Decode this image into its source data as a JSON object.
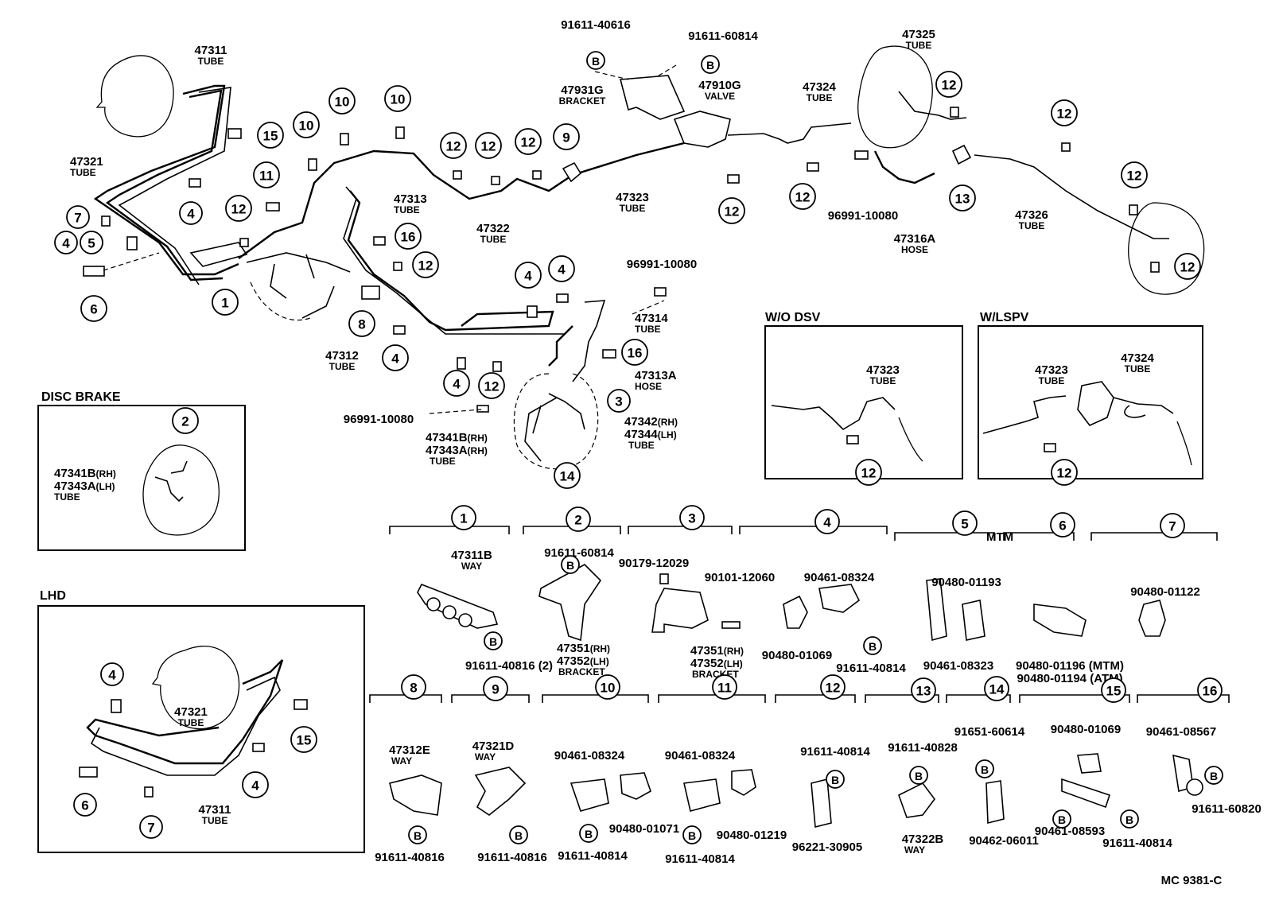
{
  "diagram": {
    "code": "MC 9381-C",
    "panels": {
      "disc_brake": "DISC BRAKE",
      "lhd": "LHD",
      "wo_dsv": "W/O DSV",
      "w_lspv": "W/LSPV"
    },
    "suffix": {
      "mtm": "MTM"
    },
    "bolt_symbol": "B",
    "part_labels": [
      {
        "id": "p47311",
        "pn": "47311",
        "desc": "TUBE"
      },
      {
        "id": "p47321",
        "pn": "47321",
        "desc": "TUBE"
      },
      {
        "id": "p47313",
        "pn": "47313",
        "desc": "TUBE"
      },
      {
        "id": "p47312",
        "pn": "47312",
        "desc": "TUBE"
      },
      {
        "id": "p47322",
        "pn": "47322",
        "desc": "TUBE"
      },
      {
        "id": "p47323",
        "pn": "47323",
        "desc": "TUBE"
      },
      {
        "id": "p47931g",
        "pn": "47931G",
        "desc": "BRACKET"
      },
      {
        "id": "p47910g",
        "pn": "47910G",
        "desc": "VALVE"
      },
      {
        "id": "p47324",
        "pn": "47324",
        "desc": "TUBE"
      },
      {
        "id": "p47325",
        "pn": "47325",
        "desc": "TUBE"
      },
      {
        "id": "p47316a",
        "pn": "47316A",
        "desc": "HOSE"
      },
      {
        "id": "p47326",
        "pn": "47326",
        "desc": "TUBE"
      },
      {
        "id": "p47314",
        "pn": "47314",
        "desc": "TUBE"
      },
      {
        "id": "p47313a",
        "pn": "47313A",
        "desc": "HOSE"
      },
      {
        "id": "p47342",
        "pn": "47342",
        "desc": "(RH)"
      },
      {
        "id": "p47344",
        "pn": "47344",
        "desc": "(LH)"
      },
      {
        "id": "p47344t",
        "pn": "",
        "desc": "TUBE"
      },
      {
        "id": "p47341b",
        "pn": "47341B",
        "desc": "(RH)"
      },
      {
        "id": "p47343a",
        "pn": "47343A",
        "desc": "(RH)"
      },
      {
        "id": "p47343at",
        "pn": "",
        "desc": "TUBE"
      },
      {
        "id": "d47341b",
        "pn": "47341B",
        "desc": "(RH)"
      },
      {
        "id": "d47343a",
        "pn": "47343A",
        "desc": "(LH)"
      },
      {
        "id": "d47343at",
        "pn": "",
        "desc": "TUBE"
      },
      {
        "id": "l47321",
        "pn": "47321",
        "desc": "TUBE"
      },
      {
        "id": "l47311",
        "pn": "47311",
        "desc": "TUBE"
      },
      {
        "id": "w47323",
        "pn": "47323",
        "desc": "TUBE"
      },
      {
        "id": "s47323",
        "pn": "47323",
        "desc": "TUBE"
      },
      {
        "id": "s47324",
        "pn": "47324",
        "desc": "TUBE"
      },
      {
        "id": "c47311b",
        "pn": "47311B",
        "desc": "WAY"
      },
      {
        "id": "c47351a",
        "pn": "47351",
        "desc": "(RH)"
      },
      {
        "id": "c47352a",
        "pn": "47352",
        "desc": "(LH)"
      },
      {
        "id": "c47352at",
        "pn": "",
        "desc": "BRACKET"
      },
      {
        "id": "c47351b",
        "pn": "47351",
        "desc": "(RH)"
      },
      {
        "id": "c47352b",
        "pn": "47352",
        "desc": "(LH)"
      },
      {
        "id": "c47352bt",
        "pn": "",
        "desc": "BRACKET"
      },
      {
        "id": "c47312e",
        "pn": "47312E",
        "desc": "WAY"
      },
      {
        "id": "c47321d",
        "pn": "47321D",
        "desc": "WAY"
      },
      {
        "id": "c47322b",
        "pn": "47322B",
        "desc": "WAY"
      }
    ],
    "codes": [
      {
        "id": "t1",
        "text": "91611-40616"
      },
      {
        "id": "t2",
        "text": "91611-60814"
      },
      {
        "id": "t3",
        "text": "96991-10080"
      },
      {
        "id": "t4",
        "text": "96991-10080"
      },
      {
        "id": "t5",
        "text": "96991-10080"
      },
      {
        "id": "k1",
        "text": "91611-40816 (2)"
      },
      {
        "id": "k2",
        "text": "91611-60814"
      },
      {
        "id": "k3a",
        "text": "90179-12029"
      },
      {
        "id": "k3b",
        "text": "90101-12060"
      },
      {
        "id": "k4a",
        "text": "90461-08324"
      },
      {
        "id": "k4b",
        "text": "90480-01069"
      },
      {
        "id": "k4c",
        "text": "91611-40814"
      },
      {
        "id": "k5a",
        "text": "90480-01193"
      },
      {
        "id": "k5b",
        "text": "90461-08323"
      },
      {
        "id": "k6a",
        "text": "90480-01196 (MTM)"
      },
      {
        "id": "k6b",
        "text": "90480-01194 (ATM)"
      },
      {
        "id": "k7",
        "text": "90480-01122"
      },
      {
        "id": "k8",
        "text": "91611-40816"
      },
      {
        "id": "k9",
        "text": "91611-40816"
      },
      {
        "id": "k10a",
        "text": "90461-08324"
      },
      {
        "id": "k10b",
        "text": "90480-01071"
      },
      {
        "id": "k10c",
        "text": "91611-40814"
      },
      {
        "id": "k11a",
        "text": "90461-08324"
      },
      {
        "id": "k11b",
        "text": "90480-01219"
      },
      {
        "id": "k11c",
        "text": "91611-40814"
      },
      {
        "id": "k12a",
        "text": "91611-40814"
      },
      {
        "id": "k12b",
        "text": "96221-30905"
      },
      {
        "id": "k13",
        "text": "91611-40828"
      },
      {
        "id": "k14a",
        "text": "91651-60614"
      },
      {
        "id": "k14b",
        "text": "90462-06011"
      },
      {
        "id": "k15a",
        "text": "90480-01069"
      },
      {
        "id": "k15b",
        "text": "90461-08593"
      },
      {
        "id": "k15c",
        "text": "91611-40814"
      },
      {
        "id": "k16a",
        "text": "90461-08567"
      },
      {
        "id": "k16b",
        "text": "91611-60820"
      }
    ],
    "callouts": [
      {
        "id": "a15",
        "n": "15"
      },
      {
        "id": "a10a",
        "n": "10"
      },
      {
        "id": "a10b",
        "n": "10"
      },
      {
        "id": "a10c",
        "n": "10"
      },
      {
        "id": "a11",
        "n": "11"
      },
      {
        "id": "a7",
        "n": "7"
      },
      {
        "id": "a4a",
        "n": "4"
      },
      {
        "id": "a5",
        "n": "5"
      },
      {
        "id": "a4b",
        "n": "4"
      },
      {
        "id": "a6",
        "n": "6"
      },
      {
        "id": "a1",
        "n": "1"
      },
      {
        "id": "a12a",
        "n": "12"
      },
      {
        "id": "a16a",
        "n": "16"
      },
      {
        "id": "a12b",
        "n": "12"
      },
      {
        "id": "a8",
        "n": "8"
      },
      {
        "id": "a4c",
        "n": "4"
      },
      {
        "id": "a4d",
        "n": "4"
      },
      {
        "id": "a12c",
        "n": "12"
      },
      {
        "id": "a12d",
        "n": "12"
      },
      {
        "id": "a12e",
        "n": "12"
      },
      {
        "id": "a12f",
        "n": "12"
      },
      {
        "id": "a9",
        "n": "9"
      },
      {
        "id": "a4e",
        "n": "4"
      },
      {
        "id": "a4f",
        "n": "4"
      },
      {
        "id": "a16b",
        "n": "16"
      },
      {
        "id": "a12g",
        "n": "12"
      },
      {
        "id": "a12h",
        "n": "12"
      },
      {
        "id": "a12i",
        "n": "12"
      },
      {
        "id": "a13",
        "n": "13"
      },
      {
        "id": "a12j",
        "n": "12"
      },
      {
        "id": "a12k",
        "n": "12"
      },
      {
        "id": "a12l",
        "n": "12"
      },
      {
        "id": "a3",
        "n": "3"
      },
      {
        "id": "a14",
        "n": "14"
      },
      {
        "id": "a2",
        "n": "2"
      },
      {
        "id": "a4g",
        "n": "4"
      },
      {
        "id": "a15b",
        "n": "15"
      },
      {
        "id": "a6b",
        "n": "6"
      },
      {
        "id": "a7b",
        "n": "7"
      },
      {
        "id": "a4h",
        "n": "4"
      },
      {
        "id": "a12m",
        "n": "12"
      },
      {
        "id": "a12n",
        "n": "12"
      },
      {
        "id": "a12o",
        "n": "12"
      },
      {
        "id": "g1",
        "n": "1"
      },
      {
        "id": "g2",
        "n": "2"
      },
      {
        "id": "g3",
        "n": "3"
      },
      {
        "id": "g4",
        "n": "4"
      },
      {
        "id": "g5",
        "n": "5"
      },
      {
        "id": "g6",
        "n": "6"
      },
      {
        "id": "g7",
        "n": "7"
      },
      {
        "id": "g8",
        "n": "8"
      },
      {
        "id": "g9",
        "n": "9"
      },
      {
        "id": "g10",
        "n": "10"
      },
      {
        "id": "g11",
        "n": "11"
      },
      {
        "id": "g12",
        "n": "12"
      },
      {
        "id": "g13",
        "n": "13"
      },
      {
        "id": "g14",
        "n": "14"
      },
      {
        "id": "g15",
        "n": "15"
      },
      {
        "id": "g16",
        "n": "16"
      }
    ]
  }
}
